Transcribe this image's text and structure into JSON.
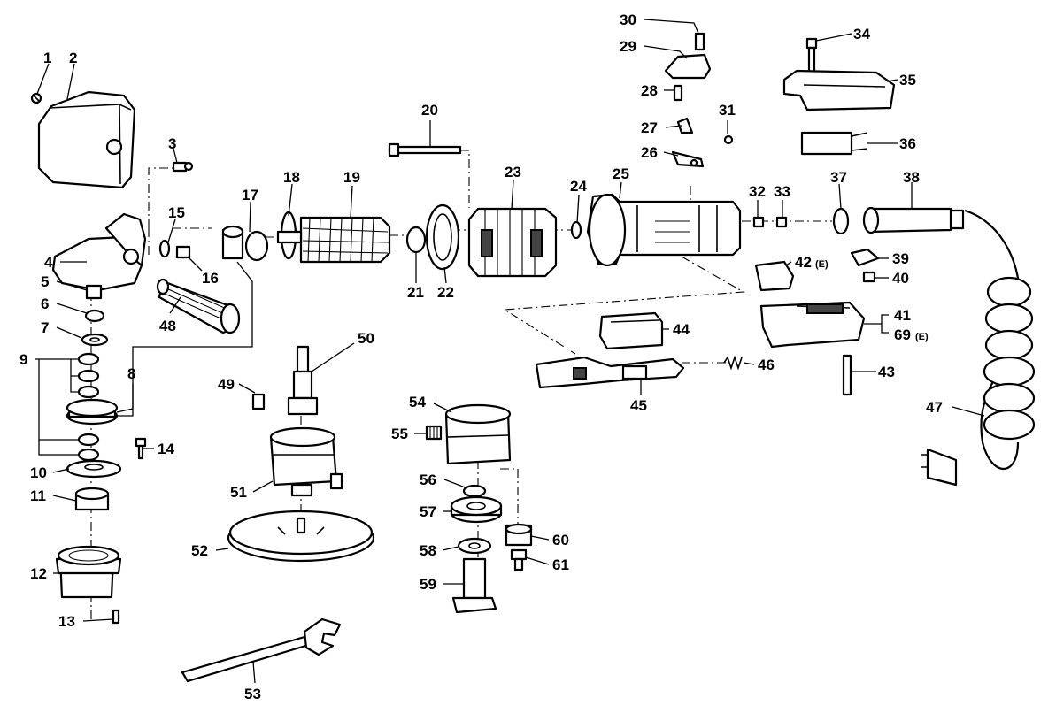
{
  "labels": {
    "l1": "1",
    "l2": "2",
    "l3": "3",
    "l4": "4",
    "l5": "5",
    "l6": "6",
    "l7": "7",
    "l8": "8",
    "l9": "9",
    "l10": "10",
    "l11": "11",
    "l12": "12",
    "l13": "13",
    "l14": "14",
    "l15": "15",
    "l16": "16",
    "l17": "17",
    "l18": "18",
    "l19": "19",
    "l20": "20",
    "l21": "21",
    "l22": "22",
    "l23": "23",
    "l24": "24",
    "l25": "25",
    "l26": "26",
    "l27": "27",
    "l28": "28",
    "l29": "29",
    "l30": "30",
    "l31": "31",
    "l32": "32",
    "l33": "33",
    "l34": "34",
    "l35": "35",
    "l36": "36",
    "l37": "37",
    "l38": "38",
    "l39": "39",
    "l40": "40",
    "l41": "41",
    "l42": "42",
    "l42s": "(E)",
    "l43": "43",
    "l44": "44",
    "l45": "45",
    "l46": "46",
    "l47": "47",
    "l48": "48",
    "l49": "49",
    "l50": "50",
    "l51": "51",
    "l52": "52",
    "l53": "53",
    "l54": "54",
    "l55": "55",
    "l56": "56",
    "l57": "57",
    "l58": "58",
    "l59": "59",
    "l60": "60",
    "l61": "61",
    "l69": "69",
    "l69s": "(E)"
  }
}
